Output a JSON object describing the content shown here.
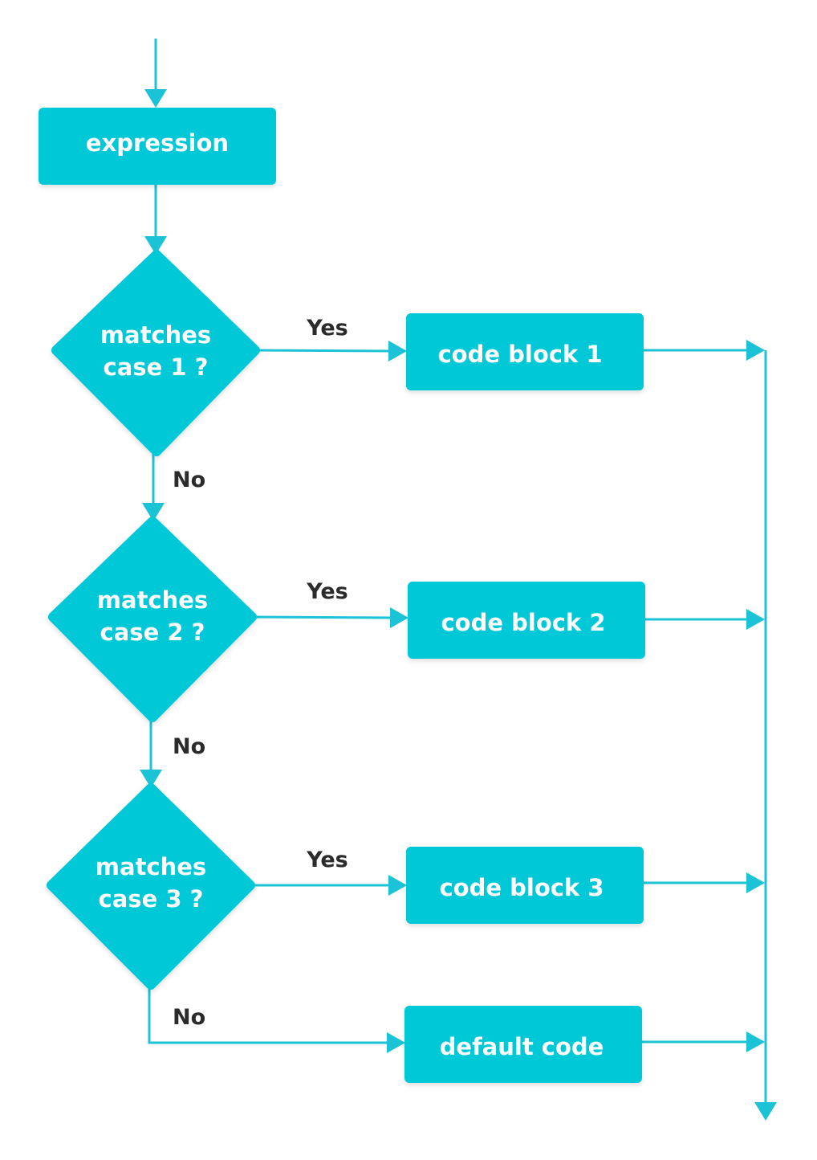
{
  "colors": {
    "node_fill": "#00c8d6",
    "arrow": "#1cc3d6",
    "node_text": "#ffffff",
    "label_text": "#2b2b2b"
  },
  "start_node": {
    "label": "expression"
  },
  "decisions": [
    {
      "line1": "matches",
      "line2": "case 1 ?"
    },
    {
      "line1": "matches",
      "line2": "case 2 ?"
    },
    {
      "line1": "matches",
      "line2": "case 3 ?"
    }
  ],
  "code_blocks": [
    {
      "label": "code block 1"
    },
    {
      "label": "code block 2"
    },
    {
      "label": "code block 3"
    },
    {
      "label": "default code"
    }
  ],
  "edge_labels": {
    "yes": [
      "Yes",
      "Yes",
      "Yes"
    ],
    "no": [
      "No",
      "No",
      "No"
    ]
  }
}
